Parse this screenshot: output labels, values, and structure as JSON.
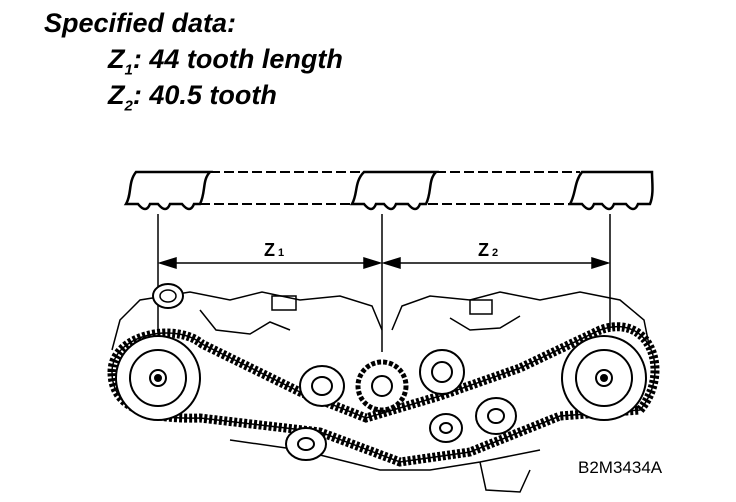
{
  "spec": {
    "title": "Specified data:",
    "z1_symbol": "Z",
    "z1_sub": "1",
    "z1_text": ": 44 tooth length",
    "z2_symbol": "Z",
    "z2_sub": "2",
    "z2_text": ": 40.5 tooth"
  },
  "diagram": {
    "z1_label": "Z",
    "z1_label_sub": "1",
    "z2_label": "Z",
    "z2_label_sub": "2",
    "figure_code": "B2M3434A"
  }
}
